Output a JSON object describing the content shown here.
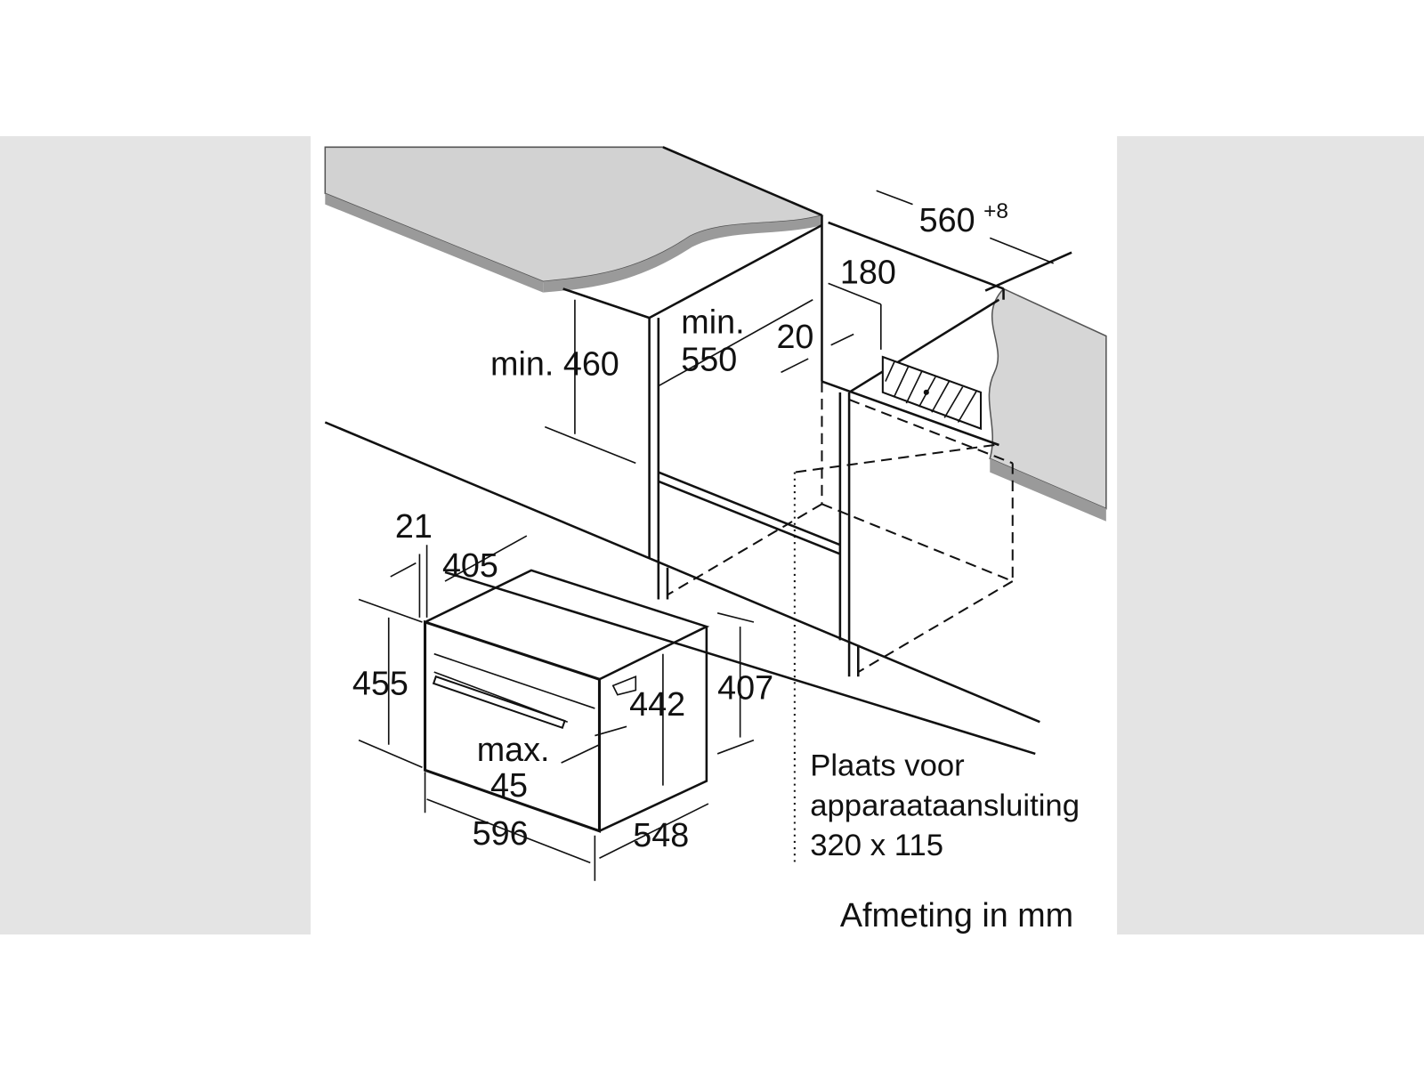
{
  "diagram": {
    "dimensions": {
      "niche_width": "560",
      "niche_width_tolerance": "+8",
      "d180": "180",
      "d20": "20",
      "min_depth_label": "min.",
      "min_depth_value": "550",
      "min_height": "min. 460",
      "d21": "21",
      "d405": "405",
      "d455": "455",
      "d442": "442",
      "d407": "407",
      "max_label": "max.",
      "max_value": "45",
      "d596": "596",
      "d548": "548"
    },
    "note_lines": [
      "Plaats voor",
      "apparaataansluiting",
      "320 x 115"
    ],
    "unit_caption": "Afmeting in mm",
    "colors": {
      "band": "#e4e4e4",
      "counter": "#cfcfcf",
      "counter_edge": "#9a9a9a"
    }
  }
}
